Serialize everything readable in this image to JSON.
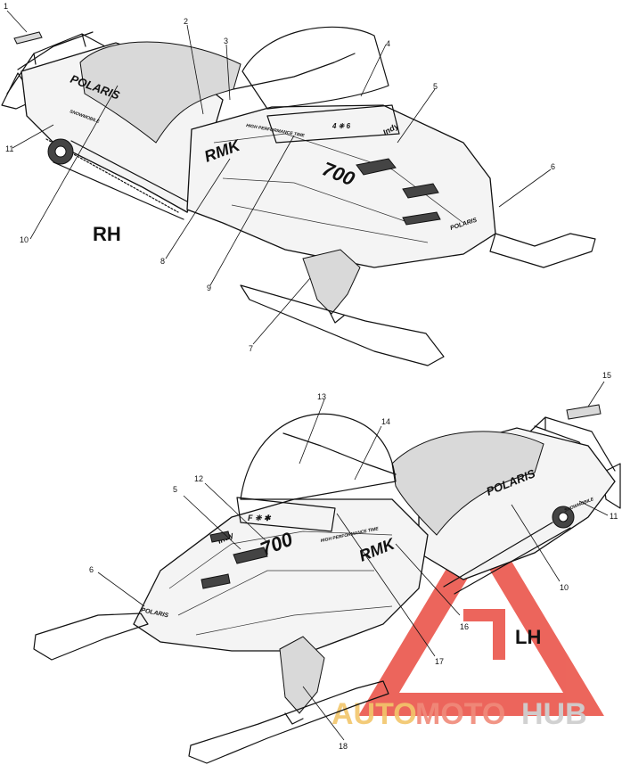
{
  "views": {
    "rh": {
      "side_label": "RH"
    },
    "lh": {
      "side_label": "LH"
    }
  },
  "decals": {
    "brand": "POLARIS",
    "model": "RMK",
    "engine": "700",
    "hood_strip": "HIGH PERFORMANCE TIME",
    "quick_mark": "Indy",
    "tunnel_small": "SNOWMOBILE"
  },
  "callouts": {
    "rh": [
      "1",
      "2",
      "3",
      "4",
      "5",
      "6",
      "7",
      "8",
      "9",
      "10",
      "11"
    ],
    "lh": [
      "13",
      "14",
      "15",
      "12",
      "5",
      "6",
      "16",
      "17",
      "18",
      "10",
      "11"
    ]
  },
  "watermark": {
    "part1": "AUTO",
    "part2": "MOTO",
    "part3": "HUB",
    "emblem_letter": "A",
    "colors": {
      "part1": "#f2c66b",
      "part2": "#f08a7a",
      "part3": "#d0d0d0",
      "emblem": "#e94b40"
    }
  }
}
